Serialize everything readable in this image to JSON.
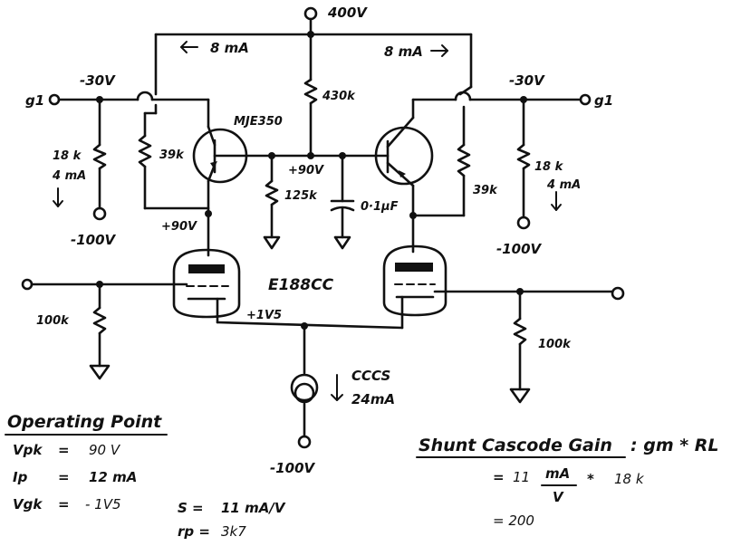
{
  "labels": {
    "supply_top": "400V",
    "left_current": "8 mA",
    "right_current": "8 mA",
    "left_bias": "-30V",
    "right_bias": "-30V",
    "left_g1": "g1",
    "right_g1": "g1",
    "r430": "430k",
    "transistor": "MJE350",
    "left_r18k": "18 k",
    "left_4ma": "4 mA",
    "right_r18k": "18 k",
    "right_4ma": "4 mA",
    "left_r39k": "39k",
    "right_r39k": "39k",
    "mid_90v": "+90V",
    "left_90v": "+90V",
    "r125k": "125k",
    "cap": "0·1µF",
    "left_neg100": "-100V",
    "right_neg100": "-100V",
    "tube": "E188CC",
    "cathode_v": "+1V5",
    "left_r100k": "100k",
    "right_r100k": "100k",
    "cccs": "CCCS",
    "cccs_current": "24mA",
    "bottom_neg100": "-100V"
  },
  "operating_point": {
    "title": "Operating Point",
    "rows": [
      {
        "name": "Vpk",
        "eq": "=",
        "value": "90  V"
      },
      {
        "name": "Ip",
        "eq": "=",
        "value": "12 mA"
      },
      {
        "name": "Vgk",
        "eq": "=",
        "value": "- 1V5"
      }
    ]
  },
  "params": {
    "s_name": "S =",
    "s_value": "11 mA/V",
    "rp_name": "rp =",
    "rp_value": "3k7"
  },
  "gain": {
    "title": "Shunt Cascode Gain",
    "formula": ": gm * RL",
    "line1_eq": "=",
    "line1_a": "11",
    "line1_num": "mA",
    "line1_den": "V",
    "line1_mul": "*",
    "line1_b": "18 k",
    "line2": "=  200"
  }
}
